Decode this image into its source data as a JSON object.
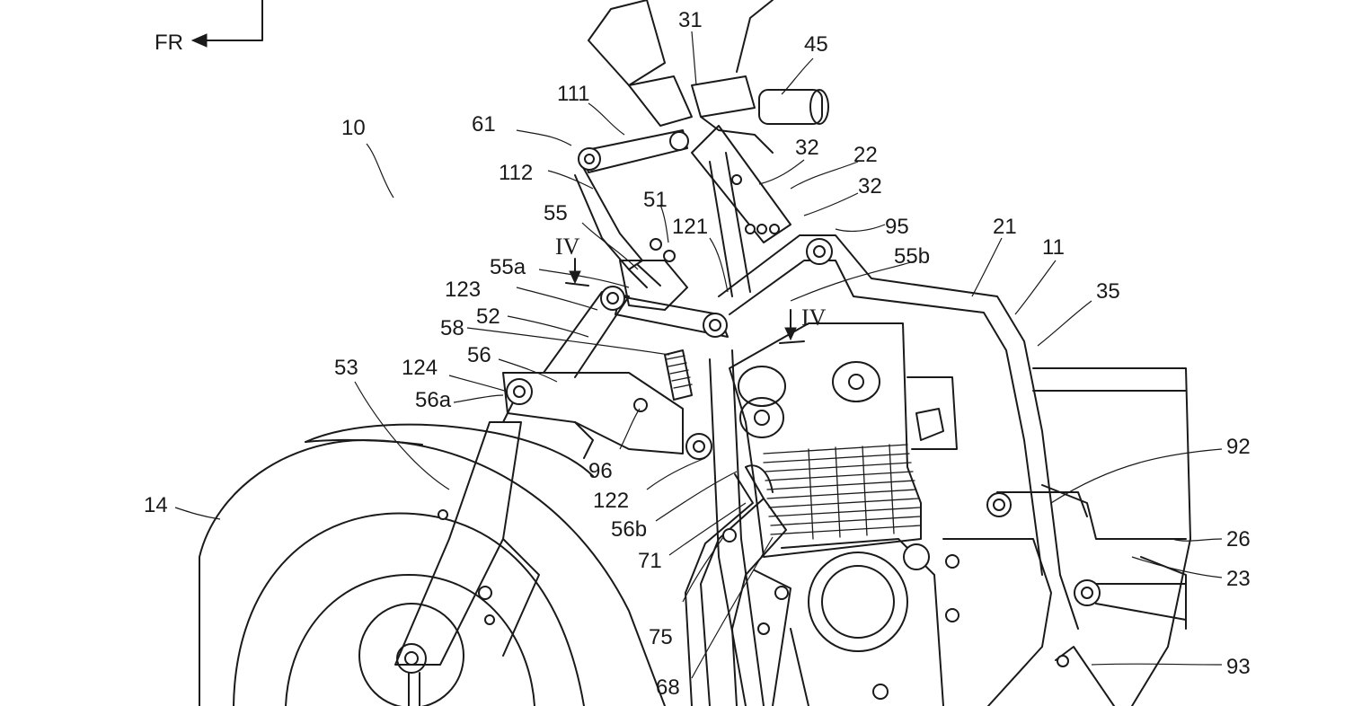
{
  "direction_label": "FR",
  "section_marks": {
    "left": "IV",
    "right": "IV"
  },
  "labels": {
    "l10": "10",
    "l11": "11",
    "l14": "14",
    "l21": "21",
    "l22": "22",
    "l23": "23",
    "l26": "26",
    "l31": "31",
    "l32a": "32",
    "l32b": "32",
    "l35": "35",
    "l45": "45",
    "l51": "51",
    "l52": "52",
    "l53": "53",
    "l55": "55",
    "l55a": "55a",
    "l55b": "55b",
    "l56": "56",
    "l56a": "56a",
    "l56b": "56b",
    "l58": "58",
    "l61": "61",
    "l68": "68",
    "l71": "71",
    "l75": "75",
    "l92": "92",
    "l93": "93",
    "l95": "95",
    "l96": "96",
    "l111": "111",
    "l112": "112",
    "l121": "121",
    "l122": "122",
    "l123": "123",
    "l124": "124"
  }
}
